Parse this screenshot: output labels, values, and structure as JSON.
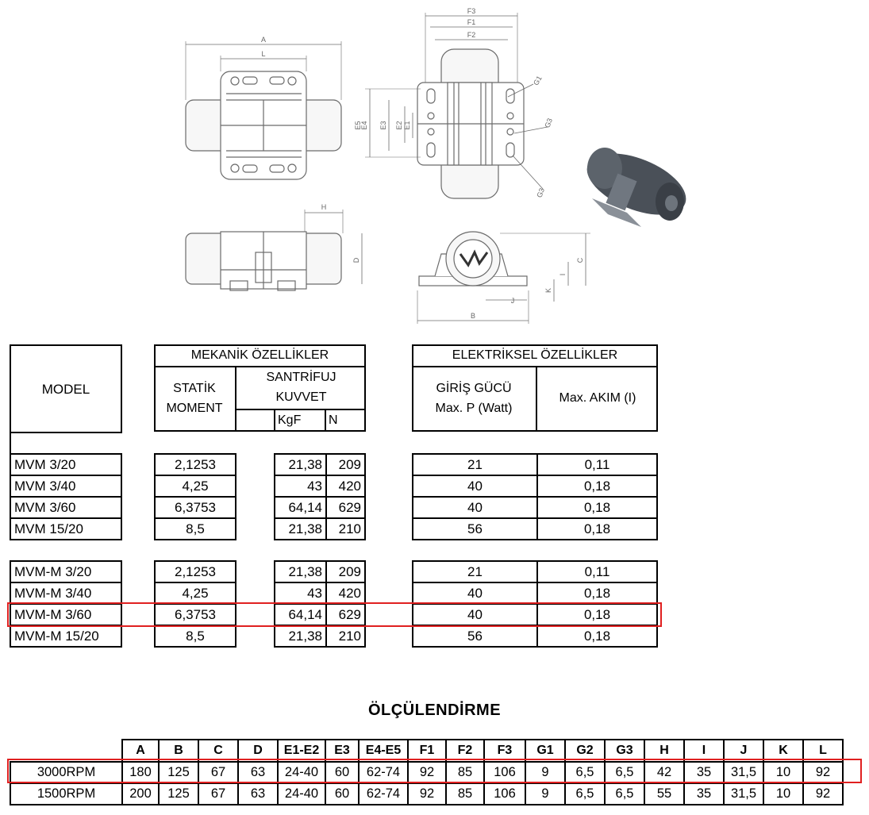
{
  "drawing_labels": [
    "A",
    "L",
    "F3",
    "F1",
    "F2",
    "G1",
    "G3",
    "G3",
    "E5",
    "E4",
    "E3",
    "E2",
    "E1",
    "H",
    "D",
    "C",
    "I",
    "K",
    "J",
    "B"
  ],
  "colors": {
    "highlight": "#e02020",
    "line": "#000000",
    "drawing": "#6b6b6b",
    "render_body": "#4a5058"
  },
  "mechanical_table": {
    "model_header": "MODEL",
    "group_header": "MEKANİK ÖZELLİKLER",
    "static_header_l1": "STATİK",
    "static_header_l2": "MOMENT",
    "cf_header_l1": "SANTRİFUJ",
    "cf_header_l2": "KUVVET",
    "kgf_header": "KgF",
    "n_header": "N",
    "group1": [
      {
        "model": "MVM 3/20",
        "static": "2,1253",
        "kgf": "21,38",
        "n": "209"
      },
      {
        "model": "MVM 3/40",
        "static": "4,25",
        "kgf": "43",
        "n": "420"
      },
      {
        "model": "MVM 3/60",
        "static": "6,3753",
        "kgf": "64,14",
        "n": "629"
      },
      {
        "model": "MVM 15/20",
        "static": "8,5",
        "kgf": "21,38",
        "n": "210"
      }
    ],
    "group2": [
      {
        "model": "MVM-M 3/20",
        "static": "2,1253",
        "kgf": "21,38",
        "n": "209"
      },
      {
        "model": "MVM-M 3/40",
        "static": "4,25",
        "kgf": "43",
        "n": "420"
      },
      {
        "model": "MVM-M 3/60",
        "static": "6,3753",
        "kgf": "64,14",
        "n": "629"
      },
      {
        "model": "MVM-M 15/20",
        "static": "8,5",
        "kgf": "21,38",
        "n": "210"
      }
    ]
  },
  "electrical_table": {
    "group_header": "ELEKTRİKSEL ÖZELLİKLER",
    "power_header_l1": "GİRİŞ GÜCÜ",
    "power_header_l2": "Max. P (Watt)",
    "current_header": "Max. AKIM (I)",
    "group1": [
      {
        "power": "21",
        "current": "0,11"
      },
      {
        "power": "40",
        "current": "0,18"
      },
      {
        "power": "40",
        "current": "0,18"
      },
      {
        "power": "56",
        "current": "0,18"
      }
    ],
    "group2": [
      {
        "power": "21",
        "current": "0,11"
      },
      {
        "power": "40",
        "current": "0,18"
      },
      {
        "power": "40",
        "current": "0,18"
      },
      {
        "power": "56",
        "current": "0,18"
      }
    ]
  },
  "dimensions": {
    "title": "ÖLÇÜLENDİRME",
    "columns": [
      "A",
      "B",
      "C",
      "D",
      "E1-E2",
      "E3",
      "E4-E5",
      "F1",
      "F2",
      "F3",
      "G1",
      "G2",
      "G3",
      "H",
      "I",
      "J",
      "K",
      "L"
    ],
    "rows": [
      {
        "label": "3000RPM",
        "values": [
          "180",
          "125",
          "67",
          "63",
          "24-40",
          "60",
          "62-74",
          "92",
          "85",
          "106",
          "9",
          "6,5",
          "6,5",
          "42",
          "35",
          "31,5",
          "10",
          "92"
        ]
      },
      {
        "label": "1500RPM",
        "values": [
          "200",
          "125",
          "67",
          "63",
          "24-40",
          "60",
          "62-74",
          "92",
          "85",
          "106",
          "9",
          "6,5",
          "6,5",
          "55",
          "35",
          "31,5",
          "10",
          "92"
        ]
      }
    ]
  }
}
